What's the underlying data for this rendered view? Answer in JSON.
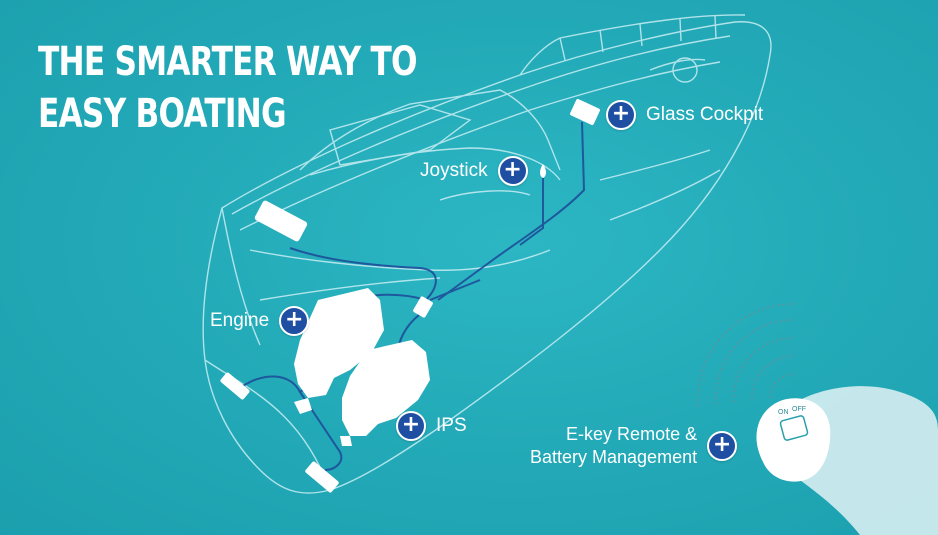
{
  "headline": {
    "line1": "THE SMARTER WAY TO",
    "line2": "EASY BOATING"
  },
  "hotspots": {
    "glass_cockpit": {
      "label": "Glass Cockpit",
      "icon": "plus-icon"
    },
    "joystick": {
      "label": "Joystick",
      "icon": "plus-icon"
    },
    "engine": {
      "label": "Engine",
      "icon": "plus-icon"
    },
    "ips": {
      "label": "IPS",
      "icon": "plus-icon"
    },
    "ekey": {
      "label_line1": "E-key Remote &",
      "label_line2": "Battery Management",
      "icon": "plus-icon"
    }
  },
  "remote": {
    "button_labels": [
      "ON",
      "OFF"
    ]
  },
  "colors": {
    "background": "#22aab8",
    "button_fill": "#1f4fa3",
    "wire": "#1d4f9a",
    "outline": "#bfeaf0"
  }
}
